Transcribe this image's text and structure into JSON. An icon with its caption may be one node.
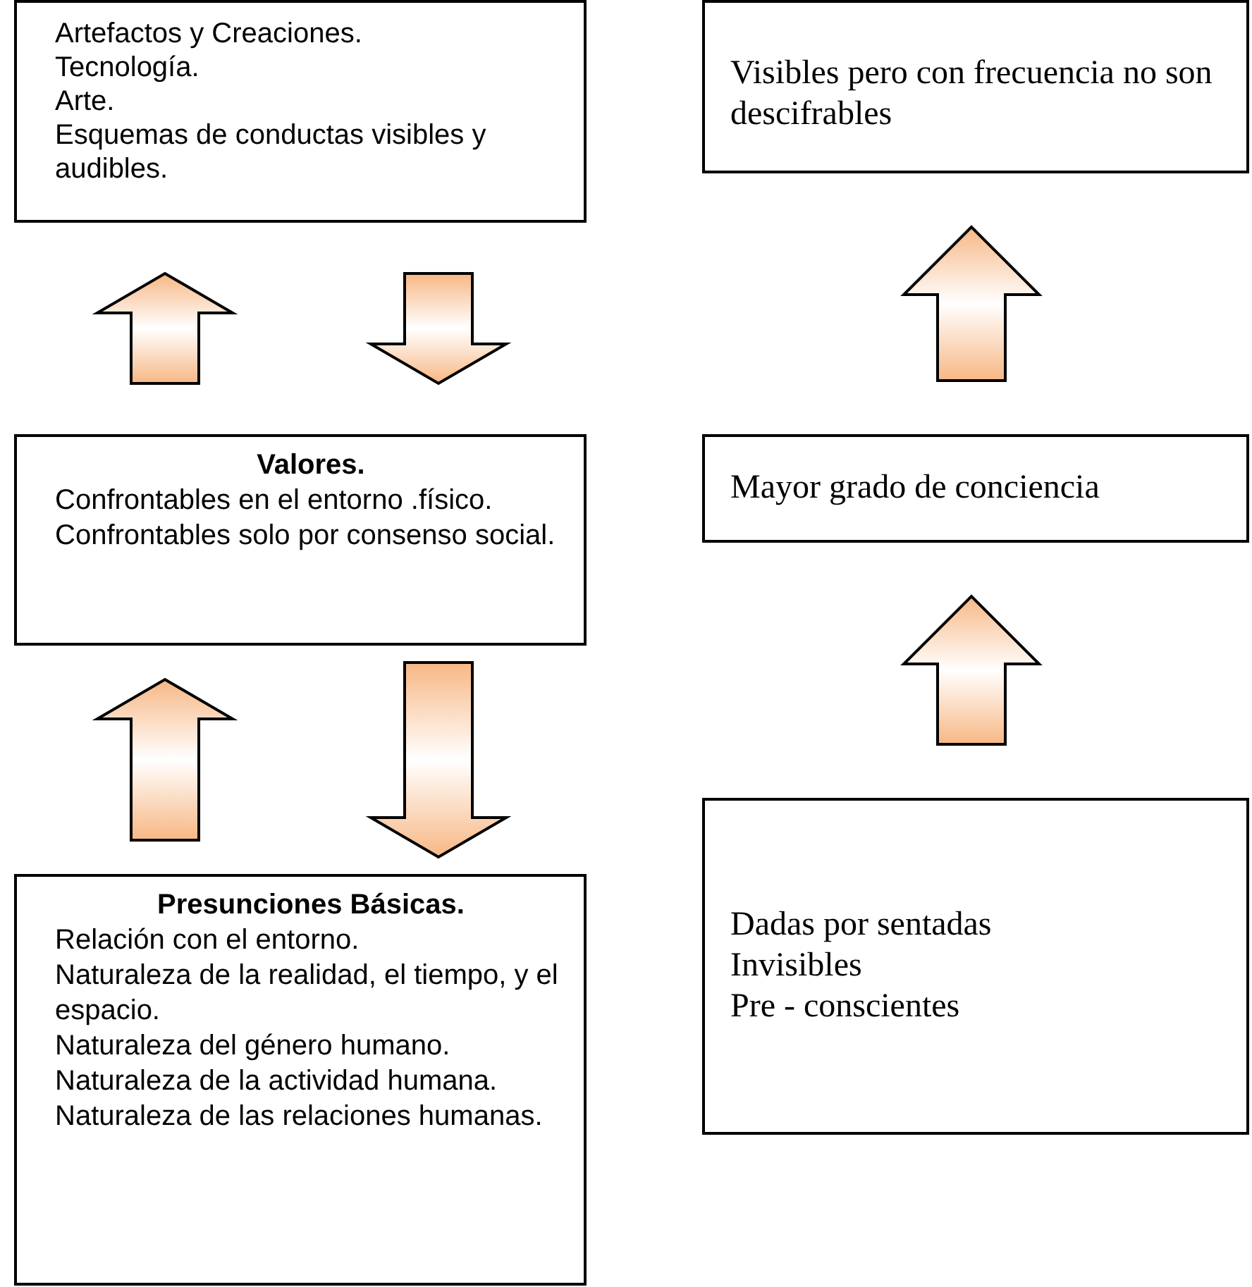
{
  "diagram": {
    "nodes": [
      {
        "text": [
          "Artefactos y Creaciones.",
          "Tecnología.",
          "Arte.",
          "Esquemas de conductas visibles y audibles."
        ]
      },
      {
        "text": [
          "Valores.",
          "Confrontables en el entorno .físico.",
          "Confrontables solo por consenso social."
        ]
      },
      {
        "text": [
          "Presunciones Básicas.",
          "Relación con el entorno.",
          "Naturaleza de la realidad, el tiempo, y el espacio.",
          "Naturaleza del género humano.",
          "Naturaleza de la actividad humana.",
          "Naturaleza de las relaciones humanas."
        ]
      },
      {
        "text": [
          "Visibles pero con frecuencia no son descifrables"
        ]
      },
      {
        "text": [
          "Mayor grado de conciencia"
        ]
      },
      {
        "text": [
          "Dadas por sentadas",
          "Invisibles",
          "Pre - conscientes"
        ]
      }
    ],
    "edges": [
      {
        "from": 1,
        "to": 0,
        "arrow": "to"
      },
      {
        "from": 0,
        "to": 1,
        "arrow": "to"
      },
      {
        "from": 2,
        "to": 1,
        "arrow": "to"
      },
      {
        "from": 1,
        "to": 2,
        "arrow": "to"
      },
      {
        "from": 4,
        "to": 3,
        "arrow": "to"
      },
      {
        "from": 5,
        "to": 4,
        "arrow": "to"
      }
    ]
  }
}
